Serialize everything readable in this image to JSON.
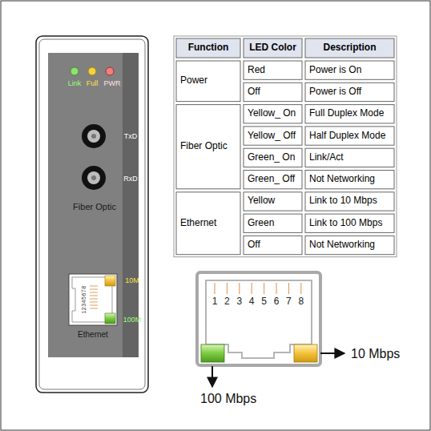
{
  "diagram": {
    "labels": [
      "Link",
      "Full",
      "PWR",
      "TxD",
      "RxD",
      "Fiber Optic",
      "12345678",
      "10M",
      "100M",
      "Ethernet",
      "Function",
      "LED Color",
      "Description",
      "Power",
      "Red",
      "Power is On",
      "Off",
      "Power is Off",
      "Fiber Optic",
      "Yellow_ On",
      "Full Duplex Mode",
      "Yellow_ Off",
      "Half Duplex Mode",
      "Green_ On",
      "Link/Act",
      "Green_ Off",
      "Not Networking",
      "Ethernet",
      "Yellow",
      "Link to 10 Mbps",
      "Green",
      "Link to 100 Mbps",
      "Off",
      "Not Networking",
      "1",
      "2",
      "3",
      "4",
      "5",
      "6",
      "7",
      "8",
      "10 Mbps",
      "100 Mbps"
    ]
  }
}
